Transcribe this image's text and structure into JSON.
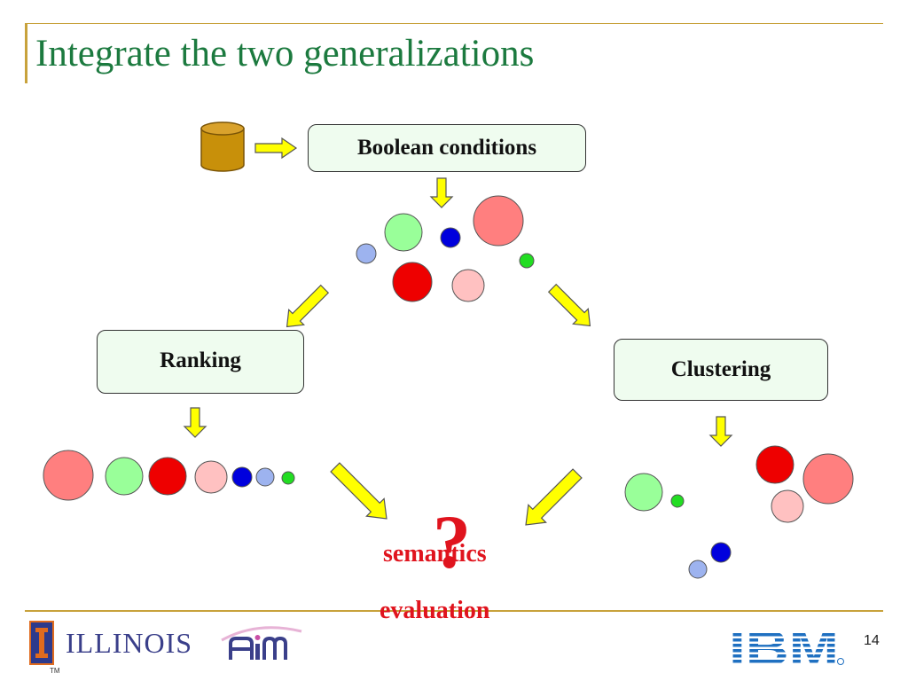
{
  "slide": {
    "title": "Integrate the two generalizations",
    "page_number": "14"
  },
  "boxes": {
    "boolean": "Boolean conditions",
    "ranking": "Ranking",
    "clustering": "Clustering"
  },
  "center": {
    "question_mark": "?",
    "semantics": "semantics",
    "evaluation": "evaluation"
  },
  "footer": {
    "illinois_text": "ILLINOIS",
    "trademark": "TM",
    "aim_logo_text": "AIM",
    "ibm_logo_text": "IBM"
  },
  "colors": {
    "title_green": "#1c7a3f",
    "accent_gold": "#c8a23c",
    "box_fill": "#effcef",
    "arrow_yellow": "#ffff00",
    "red_text": "#e0141e",
    "ibm_blue": "#1f70c1"
  }
}
